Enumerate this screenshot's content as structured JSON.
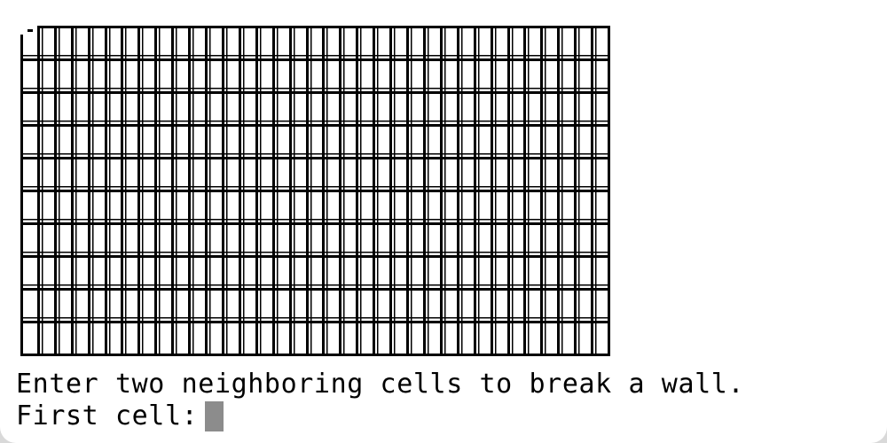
{
  "terminal": {
    "maze": {
      "columns": 35,
      "rows": 10,
      "entrance": "top-left",
      "wall_color": "#000000",
      "background_color": "#ffffff"
    },
    "prompt_line_1": "Enter two neighboring cells to break a wall.",
    "prompt_line_2_label": "First cell:",
    "cursor_color": "#8c8c8c"
  }
}
